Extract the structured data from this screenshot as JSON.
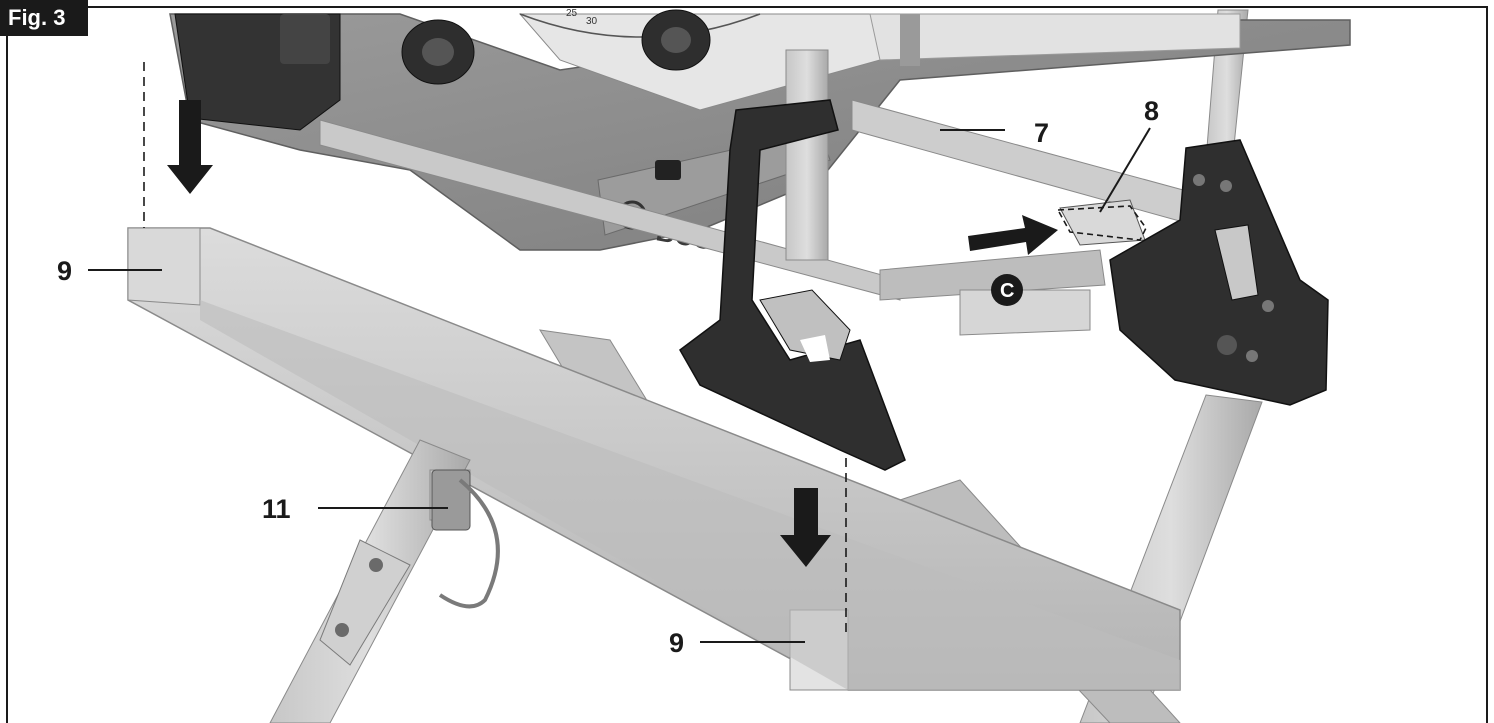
{
  "figure": {
    "label": "Fig. 3",
    "callouts": {
      "c7": "7",
      "c8": "8",
      "c9_left": "9",
      "c9_bottom": "9",
      "c11": "11",
      "cC": "C"
    },
    "machine_text": {
      "brand": "BOSCH",
      "bevel_angle_1": "25",
      "bevel_angle_2": "30"
    }
  },
  "colors": {
    "frame": "#1a1a1a",
    "metal_light": "#cfcfcf",
    "metal_mid": "#b5b5b5",
    "metal_dark": "#8d8d8d",
    "rubber": "#2f2f2f"
  }
}
